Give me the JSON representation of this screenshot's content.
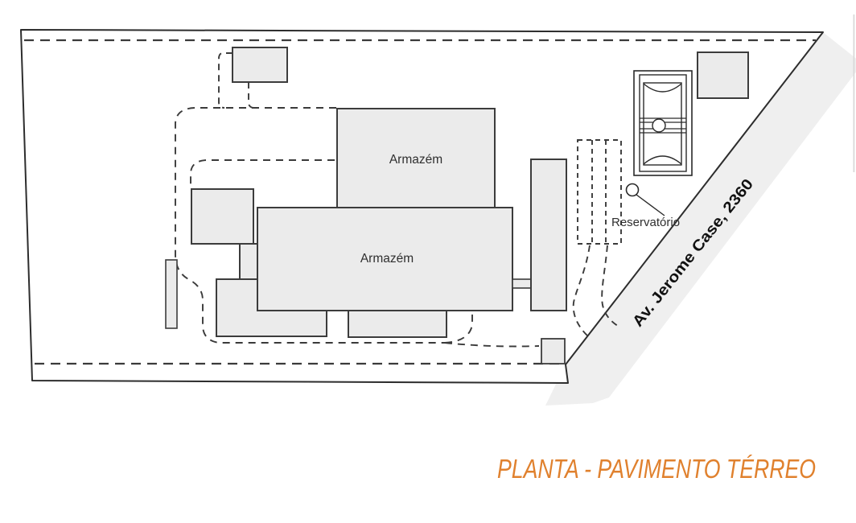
{
  "plan": {
    "title": "PLANTA - PAVIMENTO TÉRREO",
    "warehouse_upper_label": "Armazém",
    "warehouse_lower_label": "Armazém",
    "reservoir_label": "Reservatório",
    "street_label": "Av. Jerome Case, 2360",
    "colors": {
      "accent_orange": "#E0812E",
      "building_fill": "#EBEBEB",
      "road_fill": "#EFEFEF",
      "line_dark": "#2D2D2D"
    }
  }
}
